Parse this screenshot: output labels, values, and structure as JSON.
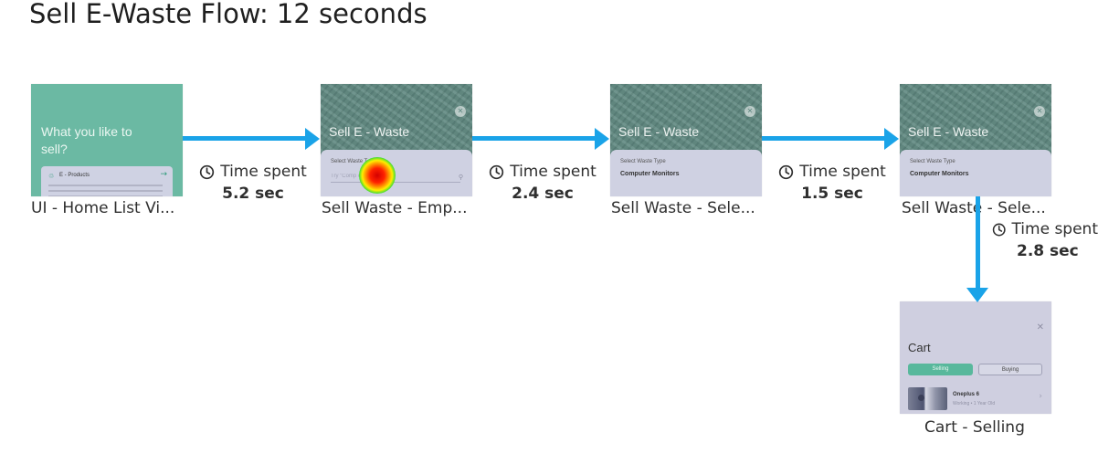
{
  "title": "Sell E-Waste Flow: 12 seconds",
  "icons": {
    "time": "clock-icon",
    "close": "close-icon",
    "search": "search-icon",
    "arrow": "arrow-right-icon"
  },
  "colors": {
    "connector": "#1aa3e8",
    "home_bg": "#6bb9a3",
    "waste_bg": "#5f8880",
    "accent_green": "#58b89c"
  },
  "screens": [
    {
      "caption": "UI - Home List Vi...",
      "heading": "What you like to sell?",
      "card_label": "E - Products",
      "card_arrow": "→"
    },
    {
      "caption": "Sell Waste - Emp...",
      "heading": "Sell E - Waste",
      "field_label": "Select Waste T",
      "placeholder": "Try \"Comp                    ods, Bulbs\" etc",
      "close": "✕"
    },
    {
      "caption": "Sell Waste - Sele...",
      "heading": "Sell E - Waste",
      "field_label": "Select Waste Type",
      "value": "Computer Monitors",
      "close": "✕"
    },
    {
      "caption": "Sell Waste - Sele...",
      "heading": "Sell E - Waste",
      "field_label": "Select Waste Type",
      "value": "Computer Monitors",
      "close": "✕"
    },
    {
      "caption": "Cart - Selling",
      "heading": "Cart",
      "close": "✕",
      "tab_selling": "Selling",
      "tab_buying": "Buying",
      "item_name": "Oneplus 6",
      "item_sub": "Working • 1 Year Old",
      "chevron": "›"
    }
  ],
  "transitions": [
    {
      "label": "Time spent",
      "value": "5.2 sec"
    },
    {
      "label": "Time spent",
      "value": "2.4 sec"
    },
    {
      "label": "Time spent",
      "value": "1.5 sec"
    },
    {
      "label": "Time spent",
      "value": "2.8 sec"
    }
  ]
}
